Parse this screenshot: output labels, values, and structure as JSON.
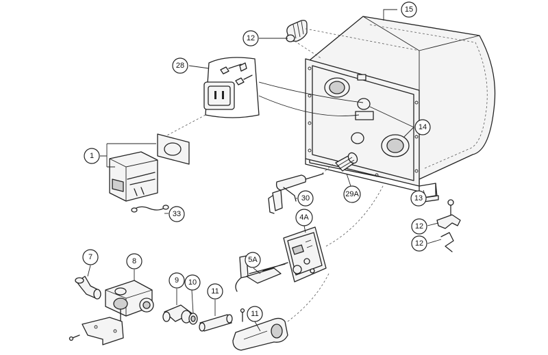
{
  "callouts": {
    "c15": "15",
    "c12_top": "12",
    "c28": "28",
    "c14": "14",
    "c1": "1",
    "c33": "33",
    "c30": "30",
    "c29a": "29A",
    "c13": "13",
    "c12_right_a": "12",
    "c12_right_b": "12",
    "c4a": "4A",
    "c7": "7",
    "c8": "8",
    "c9": "9",
    "c10": "10",
    "c11_a": "11",
    "c11_b": "11",
    "c5a": "5A"
  }
}
